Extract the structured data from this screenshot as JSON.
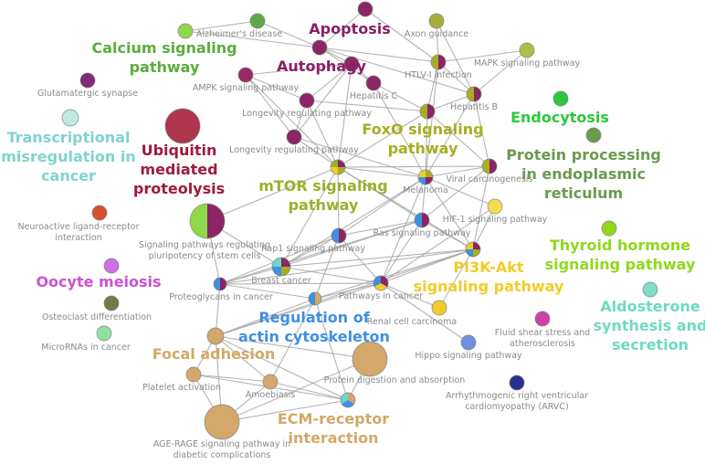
{
  "clusters": [
    {
      "id": "calcium",
      "lines": [
        "Calcium signaling",
        "pathway"
      ],
      "color": "#59ad3c"
    },
    {
      "id": "apoptosis",
      "lines": [
        "Apoptosis"
      ],
      "color": "#8b1f63"
    },
    {
      "id": "autophagy",
      "lines": [
        "Autophagy"
      ],
      "color": "#8b1f63"
    },
    {
      "id": "transcriptional",
      "lines": [
        "Transcriptional",
        "misregulation in",
        "cancer"
      ],
      "color": "#7fd3cf"
    },
    {
      "id": "ubiquitin",
      "lines": [
        "Ubiquitin",
        "mediated",
        "proteolysis"
      ],
      "color": "#9e1b3b"
    },
    {
      "id": "foxo",
      "lines": [
        "FoxO signaling",
        "pathway"
      ],
      "color": "#a8ad22"
    },
    {
      "id": "endocytosis",
      "lines": [
        "Endocytosis"
      ],
      "color": "#2bc83c"
    },
    {
      "id": "protein_processing",
      "lines": [
        "Protein processing",
        "in endoplasmic",
        "reticulum"
      ],
      "color": "#6a9a4e"
    },
    {
      "id": "mtor",
      "lines": [
        "mTOR signaling",
        "pathway"
      ],
      "color": "#97b22a"
    },
    {
      "id": "thyroid",
      "lines": [
        "Thyroid hormone",
        "signaling pathway"
      ],
      "color": "#8fd81c"
    },
    {
      "id": "pi3k",
      "lines": [
        "PI3K-Akt",
        "signaling pathway"
      ],
      "color": "#f2cc28"
    },
    {
      "id": "oocyte",
      "lines": [
        "Oocyte meiosis"
      ],
      "color": "#cf4fd6"
    },
    {
      "id": "aldosterone",
      "lines": [
        "Aldosterone",
        "synthesis and",
        "secretion"
      ],
      "color": "#6fd9c3"
    },
    {
      "id": "regulation",
      "lines": [
        "Regulation of",
        "actin cytoskeleton"
      ],
      "color": "#3f8fe3"
    },
    {
      "id": "focal",
      "lines": [
        "Focal adhesion"
      ],
      "color": "#d3a86a"
    },
    {
      "id": "ecm",
      "lines": [
        "ECM-receptor",
        "interaction"
      ],
      "color": "#d3a86a"
    }
  ],
  "nodes": [
    {
      "id": "alzheimers",
      "lines": [
        "Alzheimer's disease"
      ],
      "colors": [
        "#5ea84a"
      ],
      "value": 1
    },
    {
      "id": "calcium_node",
      "lines": [
        ""
      ],
      "colors": [
        "#8fd84a"
      ],
      "value": 1
    },
    {
      "id": "apoptosis_top",
      "lines": [
        ""
      ],
      "colors": [
        "#8b2565"
      ],
      "value": 1
    },
    {
      "id": "apoptosis_node",
      "lines": [
        ""
      ],
      "colors": [
        "#8b2565"
      ],
      "value": 1
    },
    {
      "id": "axon",
      "lines": [
        "Axon guidance"
      ],
      "colors": [
        "#a8ad3a"
      ],
      "value": 1
    },
    {
      "id": "mapk",
      "lines": [
        "MAPK signaling pathway"
      ],
      "colors": [
        "#a8c04a"
      ],
      "value": 1
    },
    {
      "id": "glutamatergic",
      "lines": [
        "Glutamatergic synapse"
      ],
      "colors": [
        "#7e2b78"
      ],
      "value": 1
    },
    {
      "id": "ampk",
      "lines": [
        "AMPK signaling pathway"
      ],
      "colors": [
        "#9a2a64"
      ],
      "value": 1
    },
    {
      "id": "autophagy_node",
      "lines": [
        ""
      ],
      "colors": [
        "#8b2565"
      ],
      "value": 1
    },
    {
      "id": "hepatitis_c",
      "lines": [
        "Hepatitis C"
      ],
      "colors": [
        "#8b2565"
      ],
      "value": 1
    },
    {
      "id": "htlv",
      "lines": [
        "HTLV-I infection"
      ],
      "colors": [
        "#8b2565",
        "#a8ad22"
      ],
      "value": 1
    },
    {
      "id": "hepatitis_b",
      "lines": [
        "Hepatitis B"
      ],
      "colors": [
        "#8b2565",
        "#a8ad22"
      ],
      "value": 1
    },
    {
      "id": "endocytosis_node",
      "lines": [
        ""
      ],
      "colors": [
        "#2bc83c"
      ],
      "value": 1
    },
    {
      "id": "transcriptional_node",
      "lines": [
        ""
      ],
      "colors": [
        "#bfe9e3"
      ],
      "value": 1
    },
    {
      "id": "longevity1",
      "lines": [
        "Longevity regulating pathway"
      ],
      "colors": [
        "#8b2565"
      ],
      "value": 1
    },
    {
      "id": "longevity2",
      "lines": [
        "Longevity regulating pathway"
      ],
      "colors": [
        "#8b2565"
      ],
      "value": 1
    },
    {
      "id": "foxo_node",
      "lines": [
        ""
      ],
      "colors": [
        "#8b2565",
        "#a8ad22"
      ],
      "value": 1
    },
    {
      "id": "protein_node",
      "lines": [
        ""
      ],
      "colors": [
        "#6a9a4e"
      ],
      "value": 1
    },
    {
      "id": "ubiquitin_node",
      "lines": [
        ""
      ],
      "colors": [
        "#b0354f"
      ],
      "value": 1
    },
    {
      "id": "mtor_node",
      "lines": [
        ""
      ],
      "colors": [
        "#8b2565",
        "#a8ad22",
        "#f2cc28",
        "#97b22a"
      ],
      "value": 1
    },
    {
      "id": "melanoma",
      "lines": [
        "Melanoma"
      ],
      "colors": [
        "#a8ad22",
        "#8b2565",
        "#3f8fe3",
        "#f2cc28"
      ],
      "value": 1
    },
    {
      "id": "viral",
      "lines": [
        "Viral carcinogenesis"
      ],
      "colors": [
        "#8b2565",
        "#a8ad22"
      ],
      "value": 1
    },
    {
      "id": "neuroactive",
      "lines": [
        "Neuroactive ligand-receptor",
        "interaction"
      ],
      "colors": [
        "#d4502e"
      ],
      "value": 1
    },
    {
      "id": "stem",
      "lines": [
        "Signaling pathways regulating",
        "pluripotency of stem cells"
      ],
      "colors": [
        "#8b2565",
        "#8fd84a"
      ],
      "value": 1
    },
    {
      "id": "hif",
      "lines": [
        "HIF-1 signaling pathway"
      ],
      "colors": [
        "#f2dd50"
      ],
      "value": 1
    },
    {
      "id": "ras",
      "lines": [
        "Ras signaling pathway"
      ],
      "colors": [
        "#8b2565",
        "#3f8fe3"
      ],
      "value": 1
    },
    {
      "id": "rap1",
      "lines": [
        "Rap1 signaling pathway"
      ],
      "colors": [
        "#8b2565",
        "#3f8fe3"
      ],
      "value": 1
    },
    {
      "id": "thyroid_node",
      "lines": [
        ""
      ],
      "colors": [
        "#8fd81c"
      ],
      "value": 1
    },
    {
      "id": "pi3k_node",
      "lines": [
        ""
      ],
      "colors": [
        "#8b2565",
        "#a8ad22",
        "#3f8fe3",
        "#f2cc28"
      ],
      "value": 1
    },
    {
      "id": "oocyte_node",
      "lines": [
        ""
      ],
      "colors": [
        "#cf6fe6"
      ],
      "value": 1
    },
    {
      "id": "breast",
      "lines": [
        "Breast cancer"
      ],
      "colors": [
        "#8b2565",
        "#a8ad22",
        "#3f8fe3",
        "#6fd9c3"
      ],
      "value": 1
    },
    {
      "id": "proteoglycans",
      "lines": [
        "Proteoglycans in cancer"
      ],
      "colors": [
        "#8b2565",
        "#3f8fe3"
      ],
      "value": 1
    },
    {
      "id": "pathways_cancer",
      "lines": [
        "Pathways in cancer"
      ],
      "colors": [
        "#8b2565",
        "#f2cc28",
        "#3f8fe3"
      ],
      "value": 1
    },
    {
      "id": "osteoclast",
      "lines": [
        "Osteoclast differentiation"
      ],
      "colors": [
        "#6e7a4a"
      ],
      "value": 1
    },
    {
      "id": "aldosterone_node",
      "lines": [
        ""
      ],
      "colors": [
        "#7fdcc8"
      ],
      "value": 1
    },
    {
      "id": "renal",
      "lines": [
        "Renal cell carcinoma"
      ],
      "colors": [
        "#f2cc28"
      ],
      "value": 1
    },
    {
      "id": "fluid",
      "lines": [
        "Fluid shear stress and",
        "atherosclerosis"
      ],
      "colors": [
        "#cf3fa8"
      ],
      "value": 1
    },
    {
      "id": "micrornas",
      "lines": [
        "MicroRNAs in cancer"
      ],
      "colors": [
        "#8fe0a0"
      ],
      "value": 1
    },
    {
      "id": "regulation_node",
      "lines": [
        ""
      ],
      "colors": [
        "#d3a86a",
        "#3f8fe3"
      ],
      "value": 1
    },
    {
      "id": "hippo",
      "lines": [
        "Hippo signaling pathway"
      ],
      "colors": [
        "#6f8fe3"
      ],
      "value": 1
    },
    {
      "id": "focal_node",
      "lines": [
        ""
      ],
      "colors": [
        "#d3a86a"
      ],
      "value": 1
    },
    {
      "id": "protein_digestion",
      "lines": [
        "Protein digestion and absorption"
      ],
      "colors": [
        "#d3a86a"
      ],
      "value": 1
    },
    {
      "id": "platelet",
      "lines": [
        "Platelet activation"
      ],
      "colors": [
        "#d3a86a"
      ],
      "value": 1
    },
    {
      "id": "amoebiasis",
      "lines": [
        "Amoebiasis"
      ],
      "colors": [
        "#d3a86a"
      ],
      "value": 1
    },
    {
      "id": "ecm_node",
      "lines": [
        ""
      ],
      "colors": [
        "#d3a86a",
        "#3f8fe3",
        "#6fd9c3"
      ],
      "value": 1
    },
    {
      "id": "arvc",
      "lines": [
        "Arrhythmogenic right ventricular",
        "cardiomyopathy (ARVC)"
      ],
      "colors": [
        "#2a2f8f"
      ],
      "value": 1
    },
    {
      "id": "age_rage",
      "lines": [
        "AGE-RAGE signaling pathway in",
        "diabetic complications"
      ],
      "colors": [
        "#d3a86a"
      ],
      "value": 1
    }
  ],
  "edges": [
    [
      "calcium_node",
      "apoptosis_node"
    ],
    [
      "alzheimers",
      "apoptosis_node"
    ],
    [
      "apoptosis_top",
      "apoptosis_node"
    ],
    [
      "apoptosis_node",
      "autophagy_node"
    ],
    [
      "apoptosis_node",
      "hepatitis_c"
    ],
    [
      "apoptosis_node",
      "htlv"
    ],
    [
      "apoptosis_node",
      "hepatitis_b"
    ],
    [
      "apoptosis_top",
      "htlv"
    ],
    [
      "axon",
      "htlv"
    ],
    [
      "axon",
      "hepatitis_b"
    ],
    [
      "mapk",
      "htlv"
    ],
    [
      "mapk",
      "hepatitis_b"
    ],
    [
      "htlv",
      "hepatitis_b"
    ],
    [
      "htlv",
      "foxo_node"
    ],
    [
      "htlv",
      "melanoma"
    ],
    [
      "hepatitis_b",
      "foxo_node"
    ],
    [
      "hepatitis_b",
      "viral"
    ],
    [
      "hepatitis_b",
      "melanoma"
    ],
    [
      "ampk",
      "autophagy_node"
    ],
    [
      "ampk",
      "longevity1"
    ],
    [
      "ampk",
      "longevity2"
    ],
    [
      "ampk",
      "mtor_node"
    ],
    [
      "autophagy_node",
      "hepatitis_c"
    ],
    [
      "autophagy_node",
      "longevity1"
    ],
    [
      "autophagy_node",
      "longevity2"
    ],
    [
      "autophagy_node",
      "mtor_node"
    ],
    [
      "hepatitis_c",
      "foxo_node"
    ],
    [
      "hepatitis_c",
      "melanoma"
    ],
    [
      "longevity1",
      "longevity2"
    ],
    [
      "longevity1",
      "mtor_node"
    ],
    [
      "longevity1",
      "foxo_node"
    ],
    [
      "longevity2",
      "mtor_node"
    ],
    [
      "longevity2",
      "melanoma"
    ],
    [
      "foxo_node",
      "mtor_node"
    ],
    [
      "foxo_node",
      "melanoma"
    ],
    [
      "foxo_node",
      "viral"
    ],
    [
      "mtor_node",
      "melanoma"
    ],
    [
      "mtor_node",
      "ras"
    ],
    [
      "mtor_node",
      "rap1"
    ],
    [
      "mtor_node",
      "pi3k_node"
    ],
    [
      "mtor_node",
      "viral"
    ],
    [
      "mtor_node",
      "breast"
    ],
    [
      "melanoma",
      "viral"
    ],
    [
      "melanoma",
      "hif"
    ],
    [
      "melanoma",
      "ras"
    ],
    [
      "melanoma",
      "rap1"
    ],
    [
      "melanoma",
      "pi3k_node"
    ],
    [
      "melanoma",
      "breast"
    ],
    [
      "melanoma",
      "pathways_cancer"
    ],
    [
      "viral",
      "ras"
    ],
    [
      "viral",
      "pi3k_node"
    ],
    [
      "ras",
      "rap1"
    ],
    [
      "ras",
      "pi3k_node"
    ],
    [
      "ras",
      "breast"
    ],
    [
      "ras",
      "proteoglycans"
    ],
    [
      "ras",
      "pathways_cancer"
    ],
    [
      "rap1",
      "breast"
    ],
    [
      "rap1",
      "proteoglycans"
    ],
    [
      "rap1",
      "regulation_node"
    ],
    [
      "rap1",
      "pathways_cancer"
    ],
    [
      "hif",
      "pi3k_node"
    ],
    [
      "hif",
      "pathways_cancer"
    ],
    [
      "pi3k_node",
      "pathways_cancer"
    ],
    [
      "pi3k_node",
      "breast"
    ],
    [
      "pi3k_node",
      "renal"
    ],
    [
      "pi3k_node",
      "proteoglycans"
    ],
    [
      "pi3k_node",
      "regulation_node"
    ],
    [
      "pi3k_node",
      "focal_node"
    ],
    [
      "stem",
      "breast"
    ],
    [
      "stem",
      "proteoglycans"
    ],
    [
      "stem",
      "mtor_node"
    ],
    [
      "breast",
      "proteoglycans"
    ],
    [
      "breast",
      "pathways_cancer"
    ],
    [
      "proteoglycans",
      "pathways_cancer"
    ],
    [
      "proteoglycans",
      "regulation_node"
    ],
    [
      "proteoglycans",
      "focal_node"
    ],
    [
      "pathways_cancer",
      "regulation_node"
    ],
    [
      "pathways_cancer",
      "focal_node"
    ],
    [
      "renal",
      "pathways_cancer"
    ],
    [
      "regulation_node",
      "focal_node"
    ],
    [
      "regulation_node",
      "ecm_node"
    ],
    [
      "regulation_node",
      "amoebiasis"
    ],
    [
      "focal_node",
      "platelet"
    ],
    [
      "focal_node",
      "amoebiasis"
    ],
    [
      "focal_node",
      "ecm_node"
    ],
    [
      "focal_node",
      "age_rage"
    ],
    [
      "focal_node",
      "protein_digestion"
    ],
    [
      "platelet",
      "amoebiasis"
    ],
    [
      "platelet",
      "age_rage"
    ],
    [
      "platelet",
      "ecm_node"
    ],
    [
      "amoebiasis",
      "ecm_node"
    ],
    [
      "amoebiasis",
      "age_rage"
    ],
    [
      "ecm_node",
      "protein_digestion"
    ],
    [
      "ecm_node",
      "age_rage"
    ],
    [
      "protein_digestion",
      "age_rage"
    ],
    [
      "hippo",
      "pathways_cancer"
    ],
    [
      "calcium_node",
      "alzheimers"
    ]
  ]
}
